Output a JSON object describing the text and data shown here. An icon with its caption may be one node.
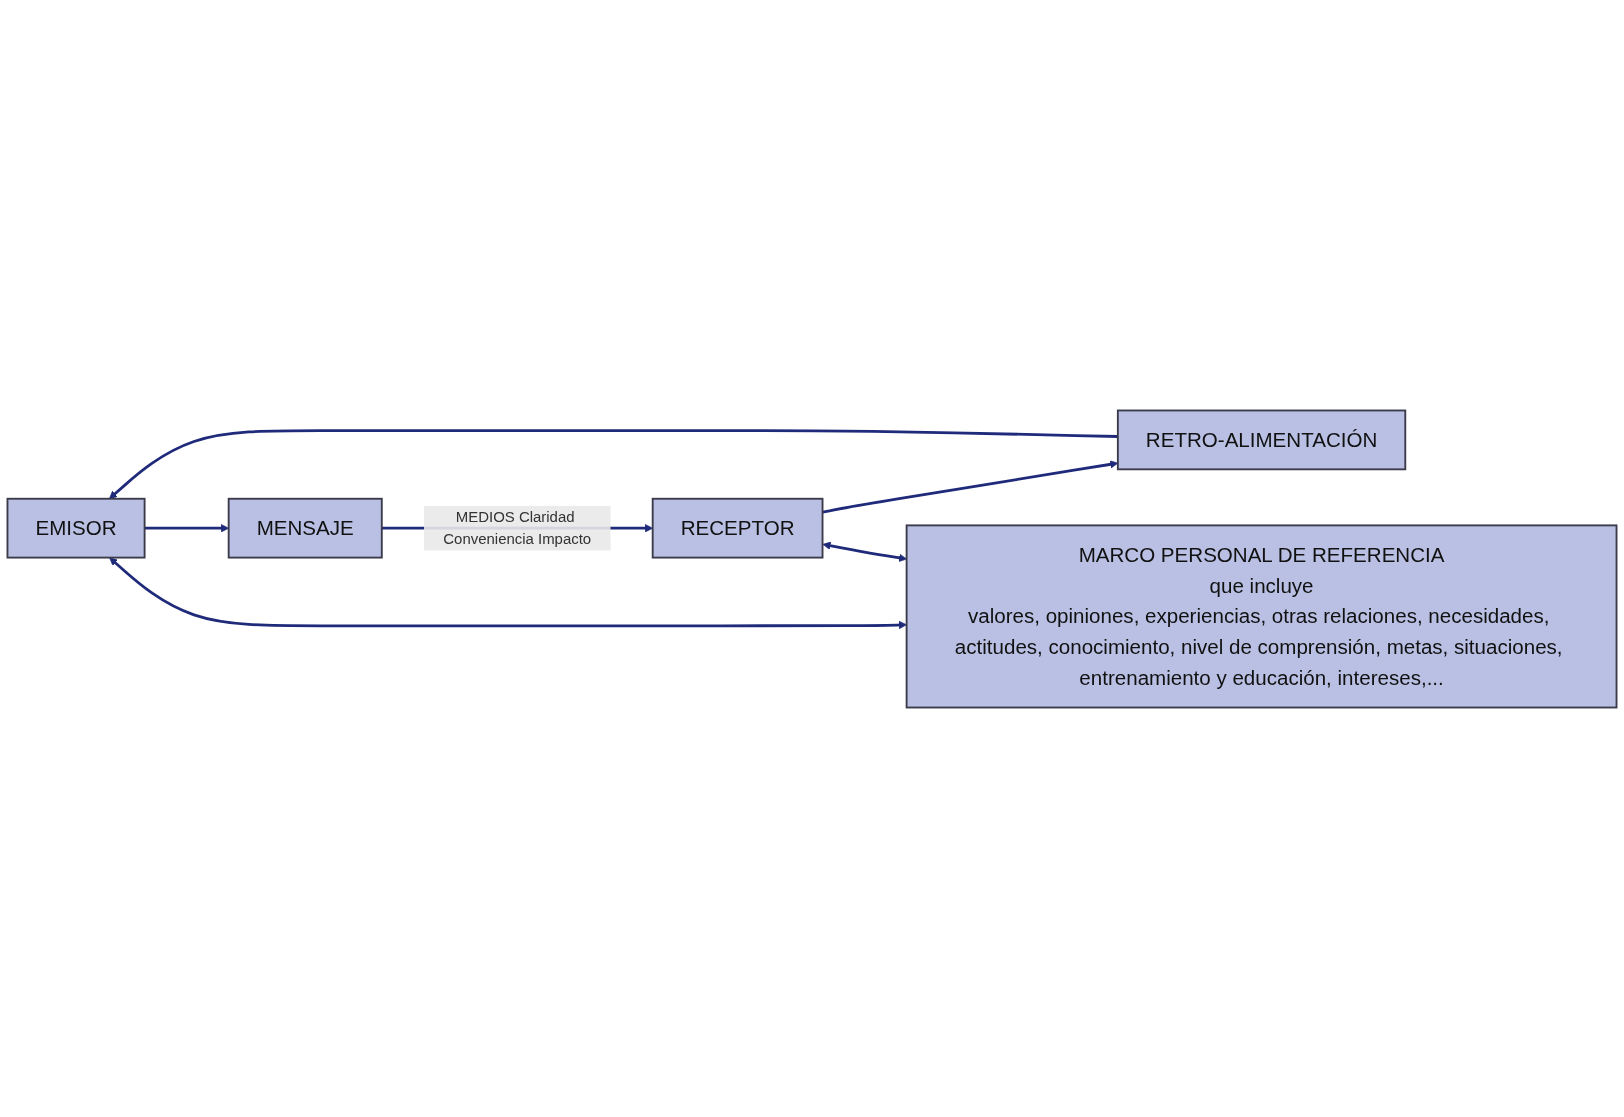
{
  "diagram": {
    "nodes": [
      {
        "text": [
          "EMISOR"
        ]
      },
      {
        "text": [
          "MENSAJE"
        ]
      },
      {
        "text": [
          "RECEPTOR"
        ]
      },
      {
        "text": [
          "RETRO-ALIMENTACIÓN"
        ]
      },
      {
        "text": [
          "MARCO PERSONAL DE REFERENCIA",
          "que incluye",
          "valores, opiniones, experiencias, otras relaciones, necesidades, actitudes, conocimiento, nivel de comprensión, metas, situaciones, entrenamiento y educación, intereses,..."
        ]
      }
    ],
    "edges": [
      {
        "from": 0,
        "to": 1,
        "arrow": "to"
      },
      {
        "from": 1,
        "to": 2,
        "arrow": "to",
        "label": "MEDIOS Claridad Conveniencia Impacto"
      },
      {
        "from": 2,
        "to": 3,
        "arrow": "to"
      },
      {
        "from": 3,
        "to": 0,
        "arrow": "to"
      },
      {
        "from": 0,
        "to": 4,
        "arrow": "both"
      },
      {
        "from": 2,
        "to": 4,
        "arrow": "both"
      }
    ]
  }
}
